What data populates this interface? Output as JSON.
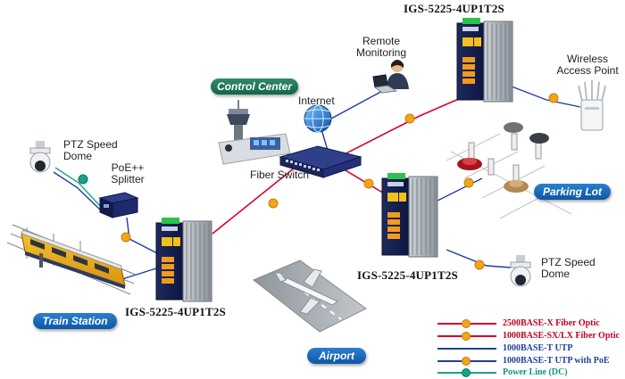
{
  "labels": {
    "remote_monitoring": [
      "Remote",
      "Monitoring"
    ],
    "wireless_ap": [
      "Wireless",
      "Access Point"
    ],
    "internet": "Internet",
    "fiber_switch": "Fiber Switch",
    "ptz_dome_left": [
      "PTZ Speed",
      "Dome"
    ],
    "poe_splitter": [
      "PoE++",
      "Splitter"
    ],
    "ptz_dome_right": [
      "PTZ Speed",
      "Dome"
    ]
  },
  "models": {
    "top": "IGS-5225-4UP1T2S",
    "middle": "IGS-5225-4UP1T2S",
    "bottom": "IGS-5225-4UP1T2S"
  },
  "areas": {
    "control_center": "Control Center",
    "parking_lot": "Parking Lot",
    "train_station": "Train Station",
    "airport": "Airport"
  },
  "legend": [
    {
      "text": "2500BASE-X Fiber Optic",
      "color": "#d6002a",
      "text_color": "#c0001f",
      "dot": true
    },
    {
      "text": "1000BASE-SX/LX Fiber Optic",
      "color": "#d6002a",
      "text_color": "#c0001f",
      "dot": false
    },
    {
      "text": "1000BASE-T UTP",
      "color": "#1f3f9c",
      "text_color": "#1f3f9c",
      "dot": false
    },
    {
      "text": "1000BASE-T UTP with PoE",
      "color": "#1f3f9c",
      "text_color": "#1f3f9c",
      "dot": true
    },
    {
      "text": "Power Line (DC)",
      "color": "#1aa28a",
      "text_color": "#12947c",
      "dot": false
    }
  ],
  "colors": {
    "fiber": "#d6002a",
    "utp": "#1f3f9c",
    "dc": "#1aa28a",
    "connector": "#f2a51a",
    "area_green": "#1b7a5a",
    "area_blue": "#1565b8"
  },
  "icons": [
    "monitoring-person-icon",
    "laptop-icon",
    "wireless-ap-icon",
    "globe-icon",
    "control-tower-icon",
    "fiber-switch-icon",
    "ptz-camera-icon",
    "poe-splitter-icon",
    "train-icon",
    "airplane-icon",
    "parking-cars-icon",
    "industrial-switch-icon"
  ]
}
